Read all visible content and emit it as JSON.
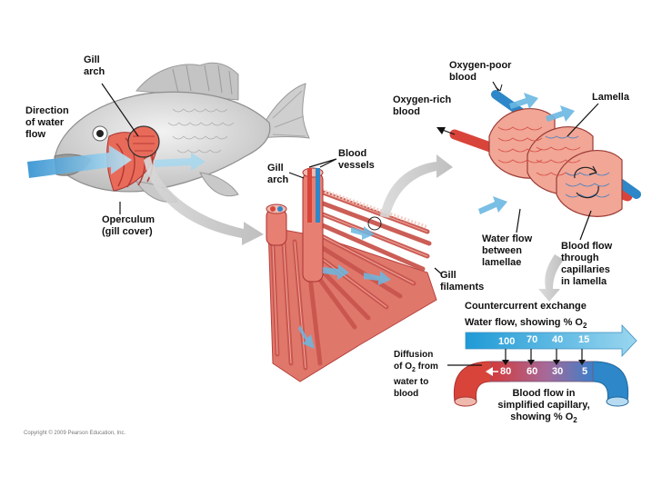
{
  "labels": {
    "gill_arch_left": "Gill\narch",
    "direction_of_water_flow": "Direction\nof water\nflow",
    "operculum": "Operculum\n(gill cover)",
    "blood_vessels": "Blood\nvessels",
    "gill_arch_mid": "Gill\narch",
    "gill_filaments": "Gill\nfilaments",
    "oxygen_poor_blood": "Oxygen-poor\nblood",
    "oxygen_rich_blood": "Oxygen-rich\nblood",
    "lamella": "Lamella",
    "water_flow_between_lamellae": "Water flow\nbetween\nlamellae",
    "blood_flow_through_capillaries": "Blood flow\nthrough\ncapillaries\nin lamella",
    "countercurrent_exchange": "Countercurrent exchange",
    "water_flow_showing_o2": "Water flow, showing % O",
    "water_flow_showing_o2_sub": "2",
    "diffusion_line1": "Diffusion",
    "diffusion_line2_a": "of O",
    "diffusion_line2_sub": "2",
    "diffusion_line2_b": " from",
    "diffusion_line3": "water to",
    "diffusion_line4": "blood",
    "blood_flow_simplified_1": "Blood flow in",
    "blood_flow_simplified_2": "simplified capillary,",
    "blood_flow_simplified_3": "showing % O",
    "blood_flow_simplified_sub": "2",
    "copyright": "Copyright © 2009 Pearson Education, Inc."
  },
  "countercurrent": {
    "water_values": [
      "100",
      "70",
      "40",
      "15"
    ],
    "blood_values": [
      "80",
      "60",
      "30",
      "5"
    ]
  },
  "colors": {
    "water_blue": "#3aa6d8",
    "blood_red": "#d9443a",
    "blood_blue": "#2d87c8",
    "gill_pink": "#d9534a",
    "fish_gray": "#cfcfcf",
    "arrow_gray": "#c8c8c8"
  }
}
